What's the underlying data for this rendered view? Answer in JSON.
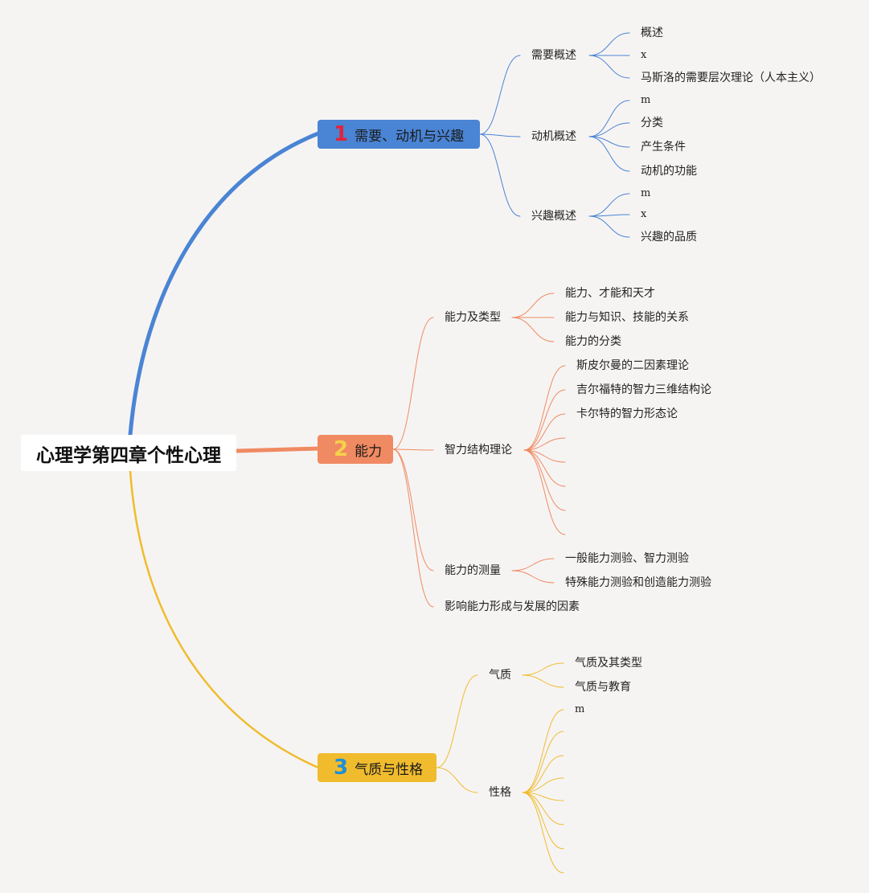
{
  "root": {
    "label": "心理学第四章个性心理"
  },
  "colors": {
    "background": "#f6f4f3",
    "branch1": "#4a84d4",
    "branch2": "#f08a62",
    "branch3": "#f0bc2e",
    "num1": "#e0243c",
    "num2": "#f5d24a",
    "num3": "#1f8fd6"
  },
  "branches": [
    {
      "num": "1",
      "label": "需要、动机与兴趣",
      "children": [
        {
          "label": "需要概述",
          "children": [
            "概述",
            "x",
            "马斯洛的需要层次理论（人本主义）"
          ]
        },
        {
          "label": "动机概述",
          "children": [
            "m",
            "分类",
            "产生条件",
            "动机的功能"
          ]
        },
        {
          "label": "兴趣概述",
          "children": [
            "m",
            "x",
            "兴趣的品质"
          ]
        }
      ]
    },
    {
      "num": "2",
      "label": "能力",
      "children": [
        {
          "label": "能力及类型",
          "children": [
            "能力、才能和天才",
            "能力与知识、技能的关系",
            "能力的分类"
          ]
        },
        {
          "label": "智力结构理论",
          "children": [
            "斯皮尔曼的二因素理论",
            "吉尔福特的智力三维结构论",
            "卡尔特的智力形态论",
            "",
            "",
            "",
            "",
            ""
          ]
        },
        {
          "label": "能力的测量",
          "children": [
            "一般能力测验、智力测验",
            "特殊能力测验和创造能力测验"
          ]
        },
        {
          "label": "影响能力形成与发展的因素",
          "children": []
        }
      ]
    },
    {
      "num": "3",
      "label": "气质与性格",
      "children": [
        {
          "label": "气质",
          "children": [
            "气质及其类型",
            "气质与教育"
          ]
        },
        {
          "label": "性格",
          "children": [
            "m",
            "",
            "",
            "",
            "",
            "",
            "",
            ""
          ]
        }
      ]
    }
  ]
}
